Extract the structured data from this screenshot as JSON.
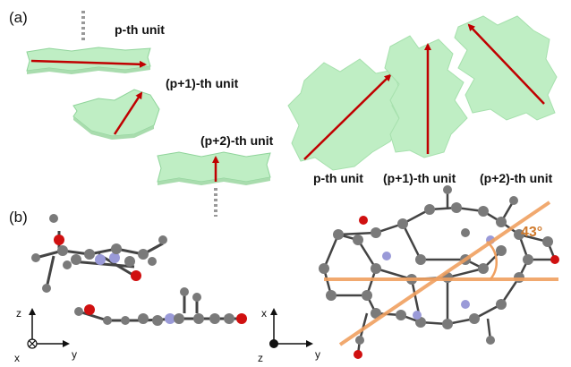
{
  "panel_a": {
    "tag": "(a)",
    "stack_labels": [
      "p-th unit",
      "(p+1)-th unit",
      "(p+2)-th unit"
    ],
    "top_labels": [
      "p-th unit",
      "(p+1)-th unit",
      "(p+2)-th unit"
    ]
  },
  "panel_b": {
    "tag": "(b)",
    "angle": "43°",
    "axes_left": {
      "vertical": "z",
      "horizontal": "y",
      "out_of_plane": "x"
    },
    "axes_right": {
      "vertical": "x",
      "horizontal": "y",
      "out_of_plane": "z"
    }
  },
  "colors": {
    "sheet_fill": "#bfeec4",
    "sheet_edge": "#8fd49a",
    "arrow": "#c00000",
    "orange": "#f0a060",
    "atom_c": "#7a7a7a",
    "atom_n": "#9a9ad8",
    "atom_o": "#d01010"
  }
}
